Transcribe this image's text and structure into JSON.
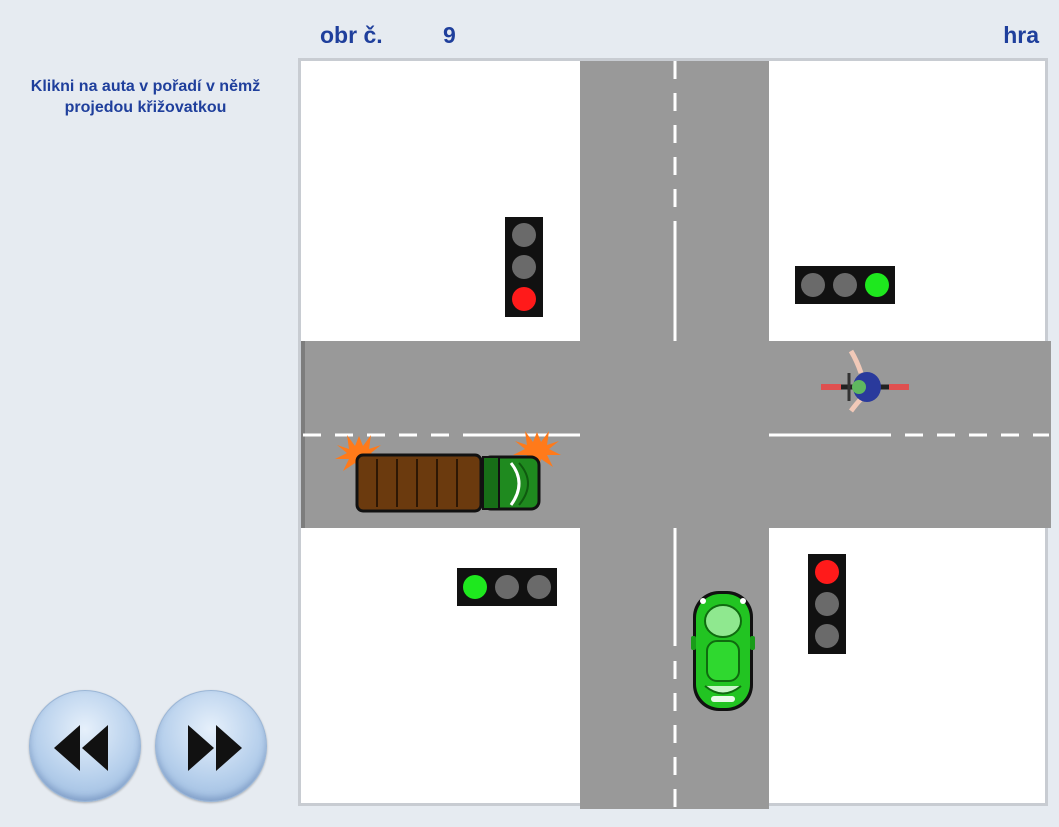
{
  "header": {
    "label": "obr č.",
    "number": "9",
    "mode": "hra"
  },
  "instruction": "Klikni na auta v pořadí v němž projedou křižovatkou",
  "navigation": {
    "prev_icon": "rewind-icon",
    "next_icon": "fast-forward-icon"
  },
  "scene": {
    "road_color": "#999999",
    "traffic_lights": [
      {
        "id": "top-left",
        "orientation": "vertical",
        "active": "red"
      },
      {
        "id": "top-right",
        "orientation": "horizontal",
        "active": "green"
      },
      {
        "id": "bottom-left",
        "orientation": "horizontal",
        "active": "green"
      },
      {
        "id": "bottom-right",
        "orientation": "vertical",
        "active": "red"
      }
    ],
    "vehicles": [
      {
        "id": "truck",
        "type": "emergency truck with beacons",
        "color": "#6b3a0e"
      },
      {
        "id": "car",
        "type": "car",
        "color": "#22c422"
      },
      {
        "id": "cyclist",
        "type": "bicycle"
      }
    ]
  }
}
